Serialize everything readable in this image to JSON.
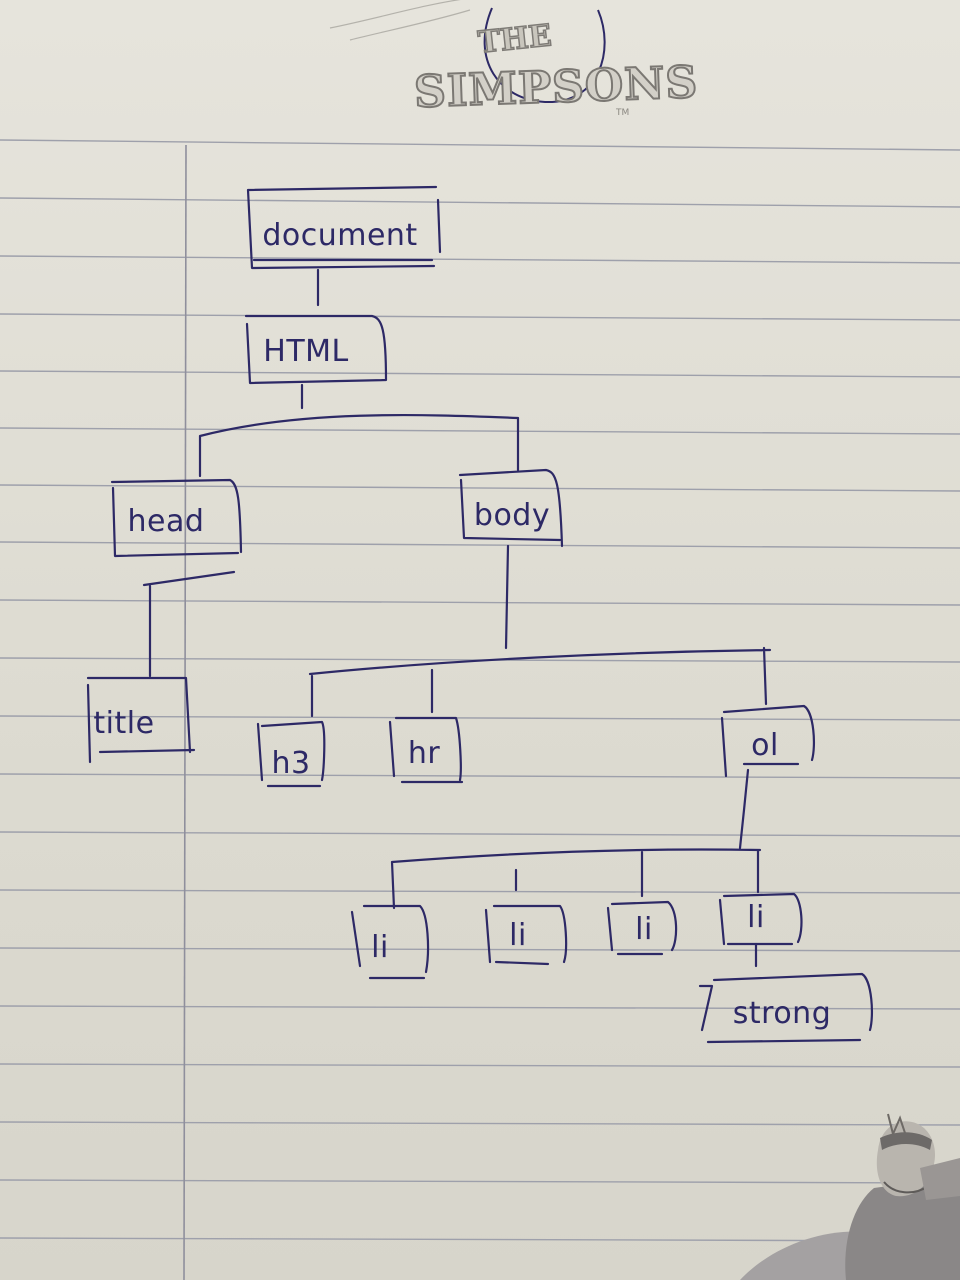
{
  "logo": {
    "line1": "THE",
    "line2": "SIMPSONS",
    "tm": "TM"
  },
  "tree": {
    "document": "document",
    "html": "HTML",
    "head": "head",
    "body": "body",
    "title": "title",
    "h3": "h3",
    "hr": "hr",
    "ol": "ol",
    "li_1": "li",
    "li_2": "li",
    "li_3": "li",
    "li_4": "li",
    "strong": "strong"
  },
  "colors": {
    "paper": "#e2e0d7",
    "ruled_line": "#9ea0ab",
    "margin_line": "#8f8f9c",
    "ink": "#2d2966",
    "logo_outline": "#7b7873"
  }
}
